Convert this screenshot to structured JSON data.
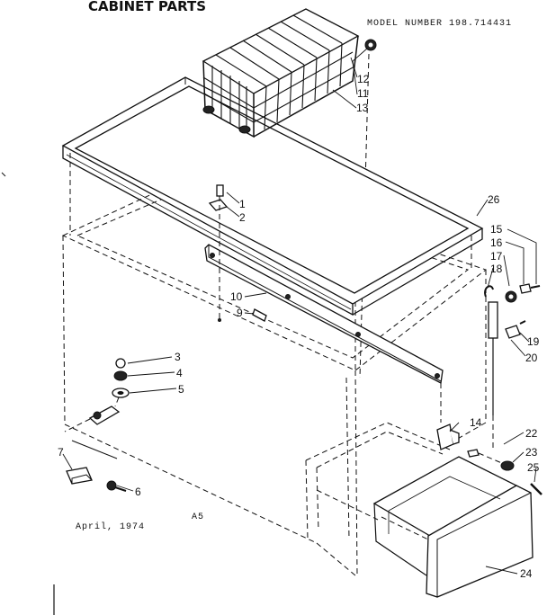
{
  "header": {
    "title": "CABINET PARTS",
    "model_number": "MODEL NUMBER 198.714431"
  },
  "footer": {
    "date": "April, 1974",
    "page_code": "A5"
  },
  "callouts": [
    {
      "id": "c1",
      "label": "1"
    },
    {
      "id": "c2",
      "label": "2"
    },
    {
      "id": "c3",
      "label": "3"
    },
    {
      "id": "c4",
      "label": "4"
    },
    {
      "id": "c5",
      "label": "5"
    },
    {
      "id": "c6",
      "label": "6"
    },
    {
      "id": "c7",
      "label": "7"
    },
    {
      "id": "c9",
      "label": "9"
    },
    {
      "id": "c10",
      "label": "10"
    },
    {
      "id": "c11",
      "label": "11"
    },
    {
      "id": "c12",
      "label": "12"
    },
    {
      "id": "c13",
      "label": "13"
    },
    {
      "id": "c14",
      "label": "14"
    },
    {
      "id": "c15",
      "label": "15"
    },
    {
      "id": "c16",
      "label": "16"
    },
    {
      "id": "c17",
      "label": "17"
    },
    {
      "id": "c18",
      "label": "18"
    },
    {
      "id": "c19",
      "label": "19"
    },
    {
      "id": "c20",
      "label": "20"
    },
    {
      "id": "c22",
      "label": "22"
    },
    {
      "id": "c23",
      "label": "23"
    },
    {
      "id": "c24",
      "label": "24"
    },
    {
      "id": "c25",
      "label": "25"
    },
    {
      "id": "c26",
      "label": "26"
    }
  ]
}
